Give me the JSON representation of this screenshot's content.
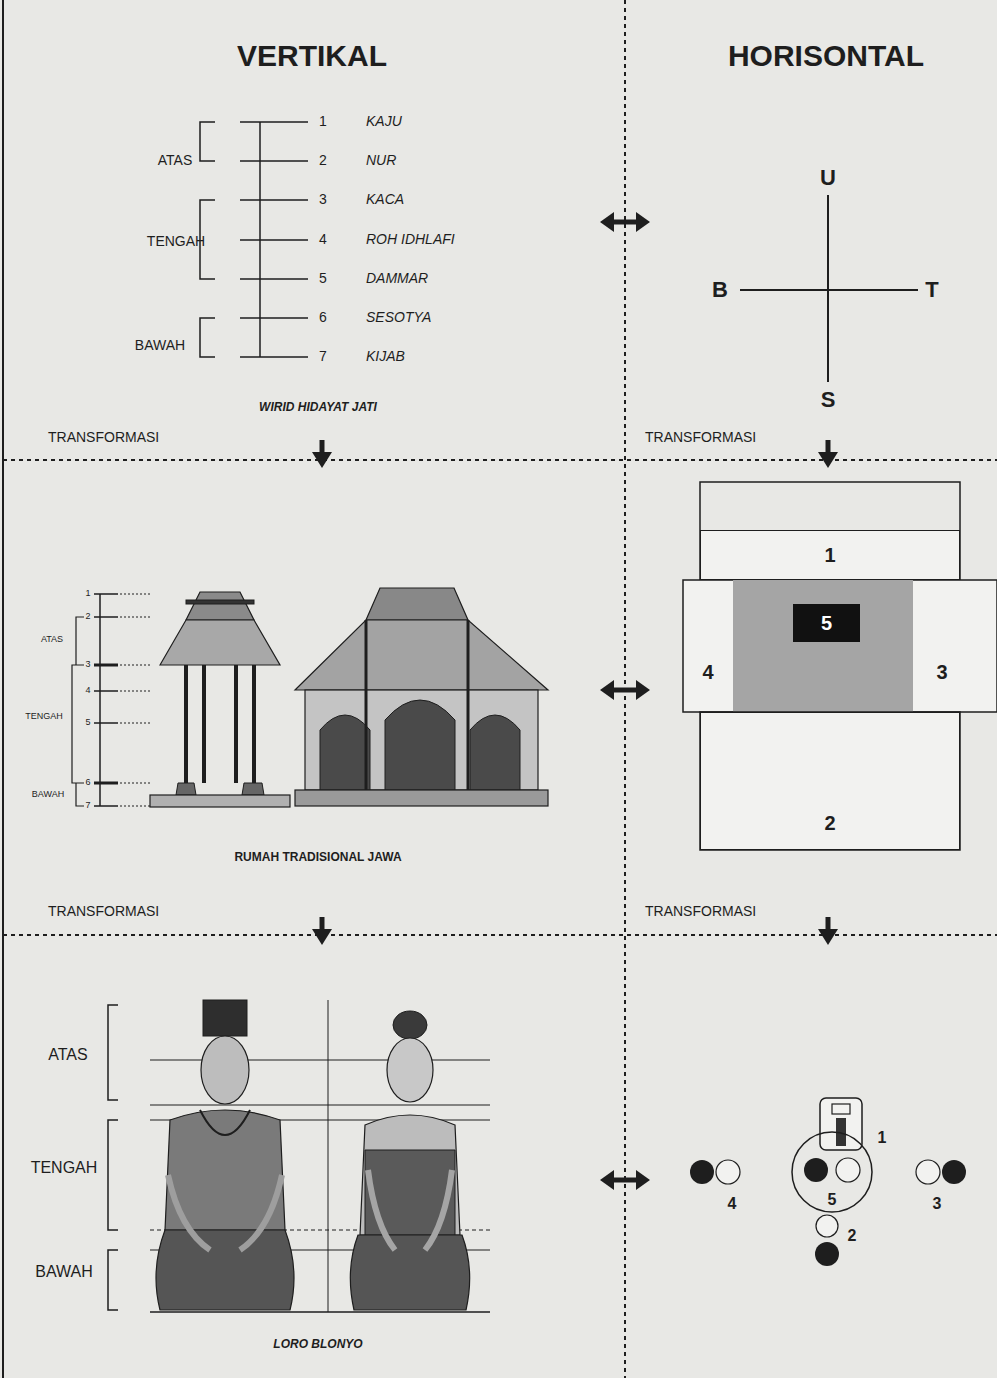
{
  "diagram": {
    "nodes": [
      {
        "text": [
          "1"
        ]
      },
      {
        "text": [
          "5"
        ]
      },
      {
        "text": [
          "4"
        ]
      },
      {
        "text": [
          "3"
        ]
      },
      {
        "text": [
          "2"
        ]
      }
    ],
    "labels": [
      "VERTIKAL",
      "HORISONTAL",
      "ATAS",
      "TENGAH",
      "BAWAH",
      "1",
      "KAJU",
      "2",
      "NUR",
      "3",
      "KACA",
      "4",
      "ROH IDHLAFI",
      "5",
      "DAMMAR",
      "6",
      "SESOTYA",
      "7",
      "KIJAB",
      "WIRID HIDAYAT JATI",
      "TRANSFORMASI",
      "U",
      "B",
      "T",
      "S",
      "TRANSFORMASI",
      "1",
      "2",
      "ATAS",
      "3",
      "4",
      "TENGAH",
      "5",
      "6",
      "BAWAH",
      "7",
      "RUMAH TRADISIONAL JAWA",
      "TRANSFORMASI",
      "TRANSFORMASI",
      "ATAS",
      "TENGAH",
      "BAWAH",
      "LORO BLONYO",
      "1",
      "4",
      "5",
      "3",
      "2"
    ]
  }
}
